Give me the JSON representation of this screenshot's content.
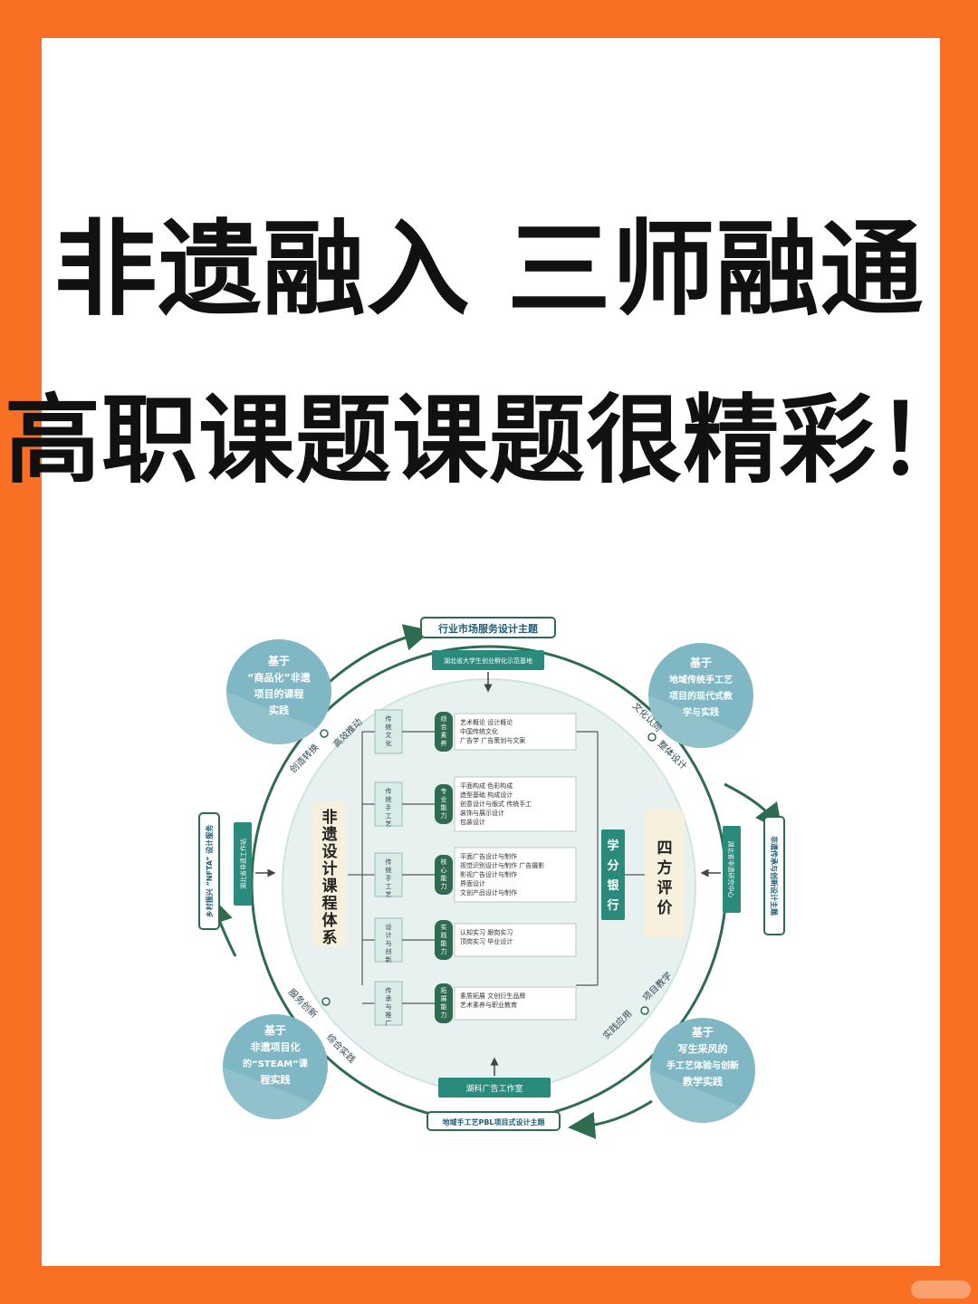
{
  "headline": {
    "line1": "非遗融入 三师融通",
    "line2": "高职课题课题很精彩！"
  },
  "diagram": {
    "top_banner": "行业市场服务设计主题",
    "top_sub_banner": "湖北省大学生创业孵化示范基地",
    "top_sub_note": "",
    "bottom_banner": "地域手工艺PBL项目式设计主题",
    "bottom_sub_banner": "湖科广告工作室",
    "left_banner": "乡村振兴 “NFTA” 设计服务",
    "left_sub_banner": "湖北省非遗工作站",
    "right_banner": "非遗传承与创新设计主题",
    "right_sub_banner": "湖北省非遗研究中心",
    "corners": {
      "top_left": [
        "基于",
        "“商品化”非遗",
        "项目的课程",
        "实践"
      ],
      "top_right": [
        "基于",
        "地域传统手工艺",
        "项目的现代式教",
        "学与实践"
      ],
      "bottom_left": [
        "基于",
        "非遗项目化",
        "的“STEAM”课",
        "程实践"
      ],
      "bottom_right": [
        "基于",
        "写生采风的",
        "手工艺体验与创新",
        "教学实践"
      ]
    },
    "arc_labels": {
      "tl_a": "创造转换",
      "tl_b": "高效推动",
      "tr_a": "文化认同",
      "tr_b": "整体设计",
      "bl_a": "综合实践",
      "bl_b": "服务创新",
      "br_a": "项目教学",
      "br_b": "实践应用"
    },
    "center_left_title": "非遗设计课程体系",
    "center_bank": "学分银行",
    "center_eval": "四方评价",
    "rows": [
      {
        "stage": "传统文化",
        "tag": "综合素养",
        "items": [
          "艺术概论 设计概论",
          "中国传统文化",
          "广告学 广告策划与文案"
        ]
      },
      {
        "stage": "传统手工艺",
        "tag": "专业能力",
        "items": [
          "平面构成 色彩构成",
          "造型基础 构成设计",
          "创意设计与版式 传统手工",
          "装饰与展示设计",
          "包装设计"
        ]
      },
      {
        "stage": "传统手工艺",
        "tag": "核心能力",
        "items": [
          "平面广告设计与制作",
          "视觉识别设计与制作 广告摄影",
          "影视广告设计与制作",
          "界面设计",
          "文创产品设计与制作"
        ]
      },
      {
        "stage": "设计与创新",
        "tag": "实践能力",
        "items": [
          "认知实习 跟岗实习",
          "顶岗实习 毕业设计"
        ]
      },
      {
        "stage": "传承与推广",
        "tag": "拓展能力",
        "items": [
          "素质拓展 文创衍生品牌",
          "艺术素养与职业教育"
        ]
      }
    ],
    "colors": {
      "teal": "#2a8a7c",
      "dark_green": "#2f6b4e",
      "circle_fill": "#e7f2f0",
      "corner_fill": "#7fb8c4",
      "panel": "#f6f0dc"
    }
  }
}
